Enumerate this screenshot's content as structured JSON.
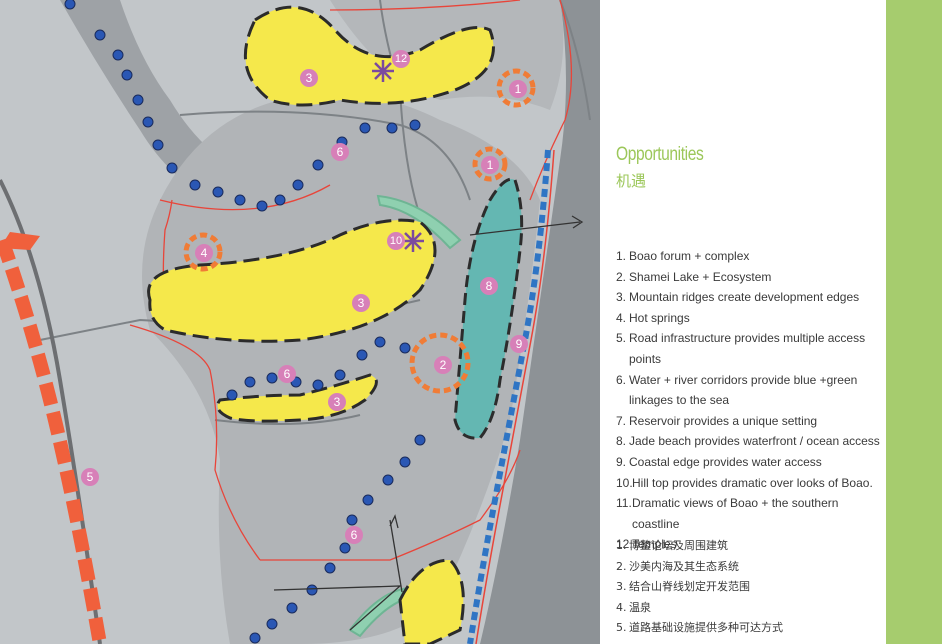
{
  "panel": {
    "title_en": "Opportunities",
    "title_cn": "机遇",
    "items_en": [
      {
        "num": "1.",
        "text": "Boao forum + complex"
      },
      {
        "num": "2.",
        "text": "Shamei Lake + Ecosystem"
      },
      {
        "num": "3.",
        "text": "Mountain ridges create development edges"
      },
      {
        "num": "4.",
        "text": "Hot springs"
      },
      {
        "num": "5.",
        "text": "Road infrastructure provides multiple access points"
      },
      {
        "num": "6.",
        "text": "Water + river corridors provide blue +green linkages to the sea"
      },
      {
        "num": "7.",
        "text": "Reservoir provides a unique setting"
      },
      {
        "num": "8.",
        "text": "Jade beach provides waterfront /  ocean access"
      },
      {
        "num": "9.",
        "text": "Coastal edge provides water access"
      },
      {
        "num": "10.",
        "text": "Hill top provides dramatic over looks of Boao."
      },
      {
        "num": "11.",
        "text": "Dramatic views of Boao + the  southern coastline"
      },
      {
        "num": "12.",
        "text": "Temples"
      }
    ],
    "items_cn": [
      {
        "num": "1.",
        "text": "博鳌论坛及周围建筑"
      },
      {
        "num": "2.",
        "text": "沙美内海及其生态系统"
      },
      {
        "num": "3.",
        "text": "结合山脊线划定开发范围"
      },
      {
        "num": "4.",
        "text": "温泉"
      },
      {
        "num": "5.",
        "text": "道路基础设施提供多种可达方式"
      }
    ]
  },
  "map": {
    "markers": {
      "m3a": "3",
      "m12": "12",
      "m1a": "1",
      "m6a": "6",
      "m1b": "1",
      "m4": "4",
      "m10": "10",
      "m3b": "3",
      "m8": "8",
      "m9": "9",
      "m2": "2",
      "m6b": "6",
      "m3c": "3",
      "m5": "5",
      "m6c": "6"
    }
  },
  "colors": {
    "land": "#a8abae",
    "water_dark": "#8c9194",
    "ridge_yellow": "#f5e84b",
    "jade_teal": "#64b7b2",
    "marker_pink": "#d780b8",
    "dot_blue": "#2a57b4",
    "road_red": "#f0603c",
    "hotspot_orange": "#f07c36",
    "accent_green": "#9cc75a"
  }
}
